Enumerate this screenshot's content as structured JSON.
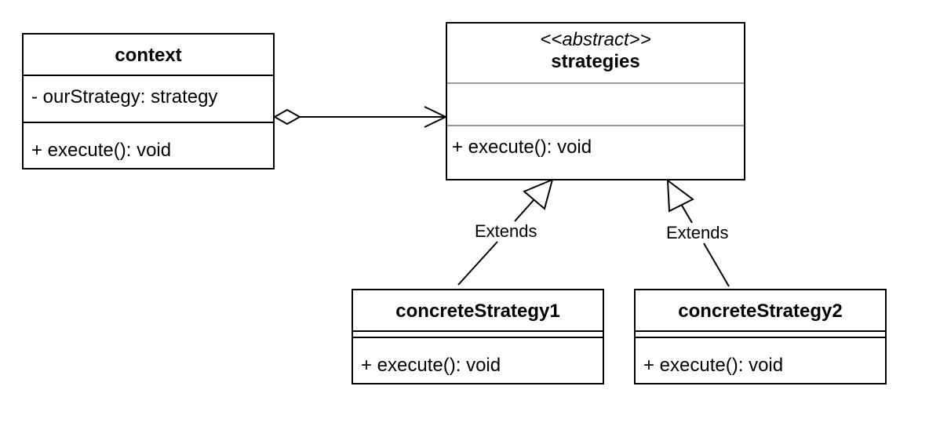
{
  "classes": {
    "context": {
      "name": "context",
      "attribute": "- ourStrategy: strategy",
      "method": "+ execute(): void"
    },
    "strategies": {
      "stereotype": "<<abstract>>",
      "name": "strategies",
      "method": "+ execute(): void"
    },
    "concrete1": {
      "name": "concreteStrategy1",
      "method": "+ execute(): void"
    },
    "concrete2": {
      "name": "concreteStrategy2",
      "method": "+ execute(): void"
    }
  },
  "relations": {
    "extends1_label": "Extends",
    "extends2_label": "Extends"
  }
}
